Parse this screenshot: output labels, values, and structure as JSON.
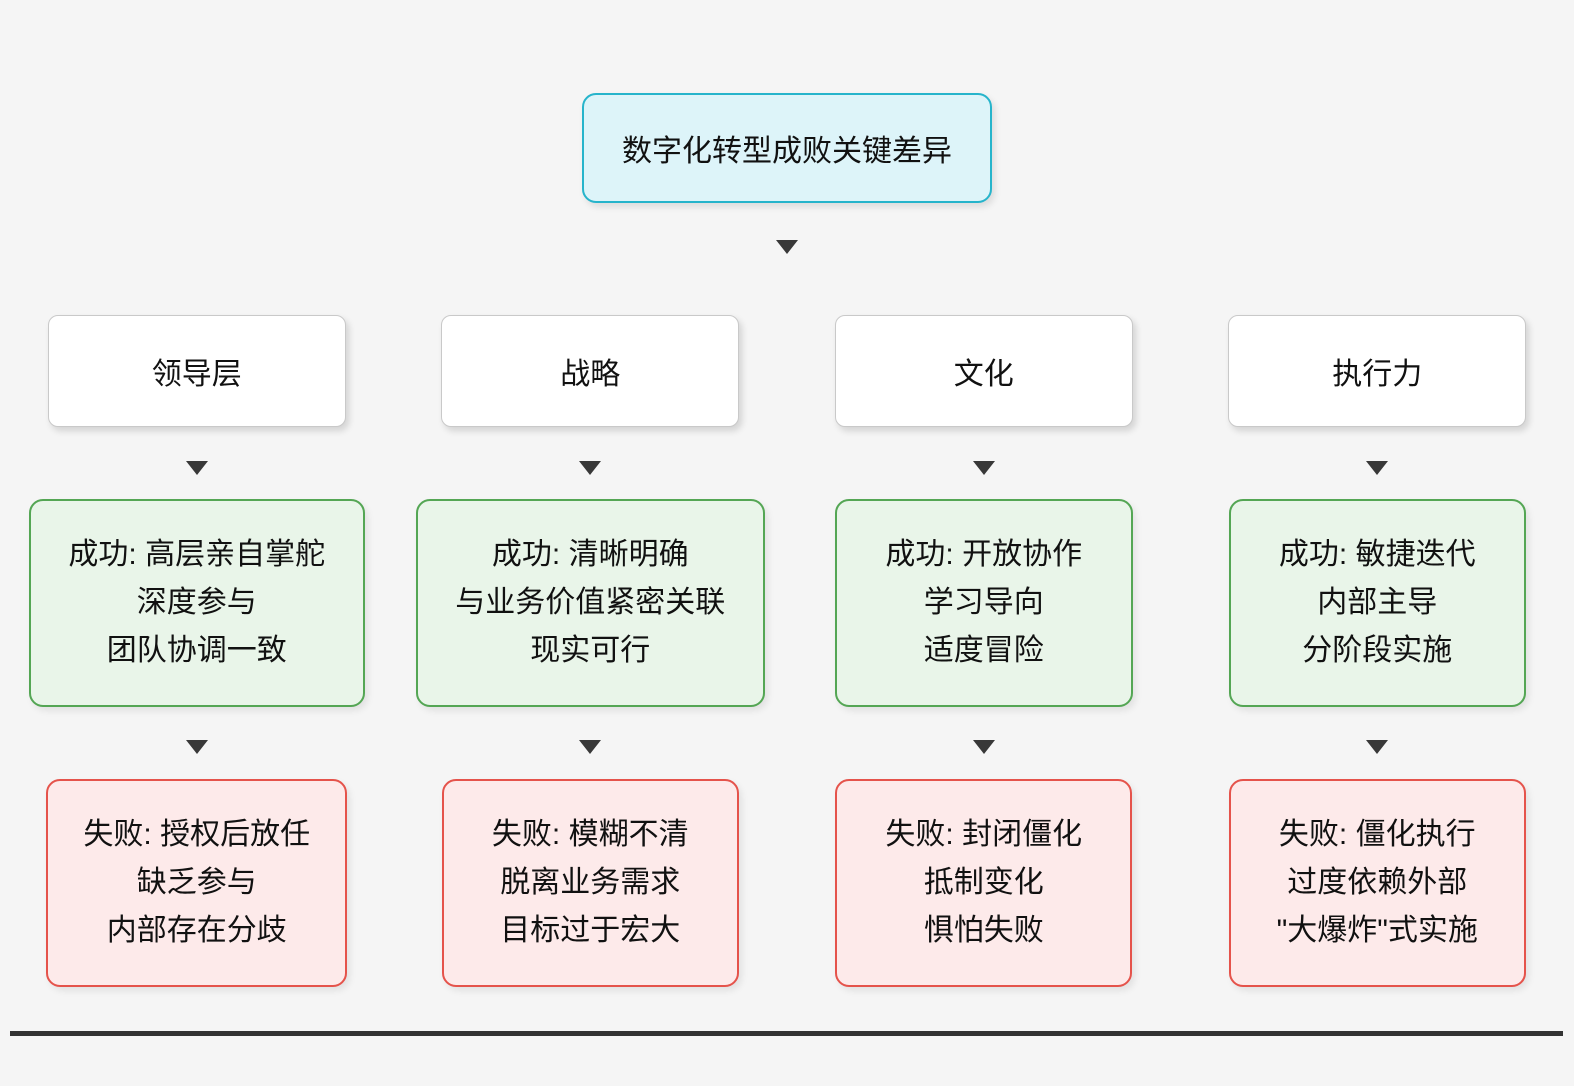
{
  "title": {
    "label": "数字化转型成败关键差异"
  },
  "colors": {
    "title_border": "#26b4cb",
    "title_bg": "#ddf4f9",
    "success_border": "#54a654",
    "success_bg": "#e9f5e9",
    "failure_border": "#e5534b",
    "failure_bg": "#fdeaea",
    "arrow_color": "#383838",
    "baseline_color": "#333333"
  },
  "columns": [
    {
      "header": "领导层",
      "success": {
        "lines": [
          "成功: 高层亲自掌舵",
          "深度参与",
          "团队协调一致"
        ]
      },
      "failure": {
        "lines": [
          "失败: 授权后放任",
          "缺乏参与",
          "内部存在分歧"
        ]
      }
    },
    {
      "header": "战略",
      "success": {
        "lines": [
          "成功: 清晰明确",
          "与业务价值紧密关联",
          "现实可行"
        ]
      },
      "failure": {
        "lines": [
          "失败: 模糊不清",
          "脱离业务需求",
          "目标过于宏大"
        ]
      }
    },
    {
      "header": "文化",
      "success": {
        "lines": [
          "成功: 开放协作",
          "学习导向",
          "适度冒险"
        ]
      },
      "failure": {
        "lines": [
          "失败: 封闭僵化",
          "抵制变化",
          "惧怕失败"
        ]
      }
    },
    {
      "header": "执行力",
      "success": {
        "lines": [
          "成功: 敏捷迭代",
          "内部主导",
          "分阶段实施"
        ]
      },
      "failure": {
        "lines": [
          "失败: 僵化执行",
          "过度依赖外部",
          "\"大爆炸\"式实施"
        ]
      }
    }
  ]
}
